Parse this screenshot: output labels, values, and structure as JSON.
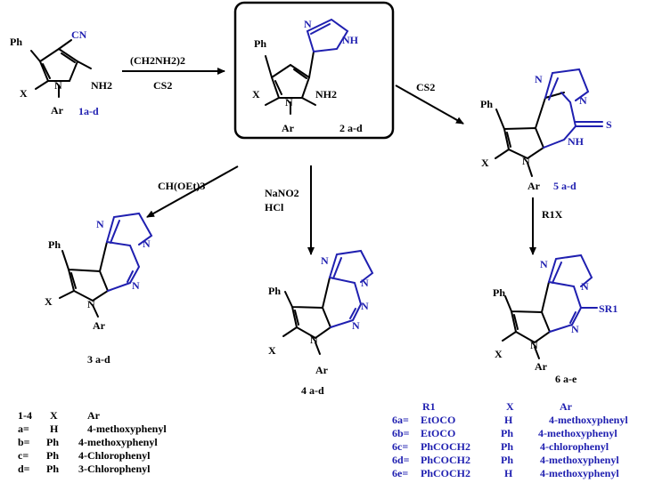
{
  "reagents": {
    "ethylenediamine": "(CH2NH2)2",
    "cs2_top": "CS2",
    "cs2_right": "CS2",
    "orthoformate": "CH(OEt)3",
    "nano2": "NaNO2",
    "hcl": "HCl",
    "r1x": "R1X"
  },
  "compounds": {
    "c1": "1a-d",
    "c2": "2 a-d",
    "c3": "3 a-d",
    "c4": "4 a-d",
    "c5": "5 a-d",
    "c6": "6 a-e"
  },
  "atoms": {
    "ph": "Ph",
    "x": "X",
    "ar": "Ar",
    "n": "N",
    "cn": "CN",
    "nh2": "NH2",
    "nh": "NH",
    "s": "S",
    "sr1": "SR1"
  },
  "table_left": {
    "header": [
      "1-4",
      "X",
      "Ar"
    ],
    "rows": [
      [
        "a=",
        "H",
        "4-methoxyphenyl"
      ],
      [
        "b=",
        "Ph",
        "4-methoxyphenyl"
      ],
      [
        "c=",
        "Ph",
        "4-Chlorophenyl"
      ],
      [
        "d=",
        "Ph",
        "3-Chlorophenyl"
      ]
    ]
  },
  "table_right": {
    "header": [
      "R1",
      "X",
      "Ar"
    ],
    "rows": [
      [
        "6a=",
        "EtOCO",
        "H",
        "4-methoxyphenyl"
      ],
      [
        "6b=",
        "EtOCO",
        "Ph",
        "4-methoxyphenyl"
      ],
      [
        "6c=",
        "PhCOCH2",
        "Ph",
        "4-chlorophenyl"
      ],
      [
        "6d=",
        "PhCOCH2",
        "Ph",
        "4-methoxyphenyl"
      ],
      [
        "6e=",
        "PhCOCH2",
        "H",
        "4-methoxyphenyl"
      ]
    ]
  },
  "colors": {
    "black": "#000000",
    "blue": "#1f1fb0"
  }
}
